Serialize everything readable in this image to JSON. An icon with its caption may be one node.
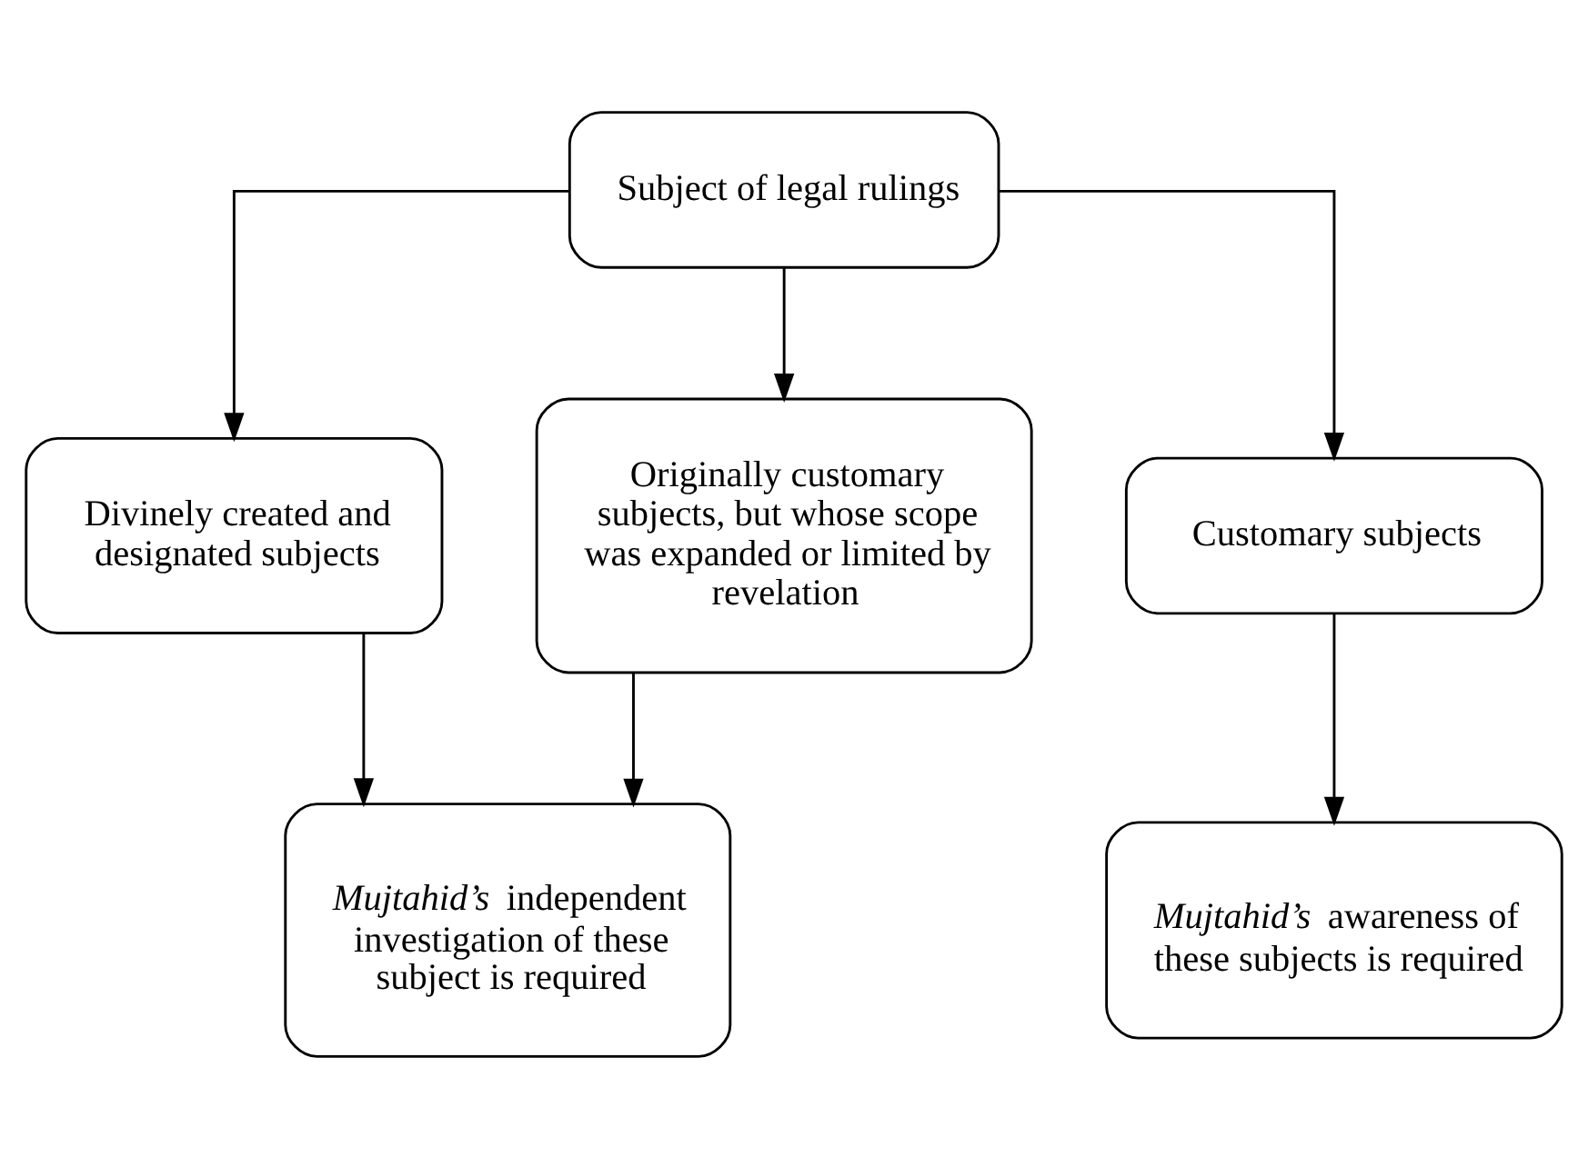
{
  "diagram": {
    "nodes": [
      {
        "text": [
          "Subject of legal rulings"
        ]
      },
      {
        "text": [
          "Divinely created and designated subjects"
        ]
      },
      {
        "text": [
          "Originally customary subjects, but whose scope was expanded or limited by revelation"
        ]
      },
      {
        "text": [
          "Customary subjects"
        ]
      },
      {
        "text": [
          "*Mujtahid’s* independent investigation of these subject is required"
        ]
      },
      {
        "text": [
          "*Mujtahid’s* awareness of these subjects is required"
        ]
      }
    ],
    "edges": [
      {
        "from": 0,
        "to": 1,
        "arrow": "to"
      },
      {
        "from": 0,
        "to": 2,
        "arrow": "to"
      },
      {
        "from": 0,
        "to": 3,
        "arrow": "to"
      },
      {
        "from": 1,
        "to": 4,
        "arrow": "to"
      },
      {
        "from": 2,
        "to": 4,
        "arrow": "to"
      },
      {
        "from": 3,
        "to": 5,
        "arrow": "to"
      }
    ]
  }
}
